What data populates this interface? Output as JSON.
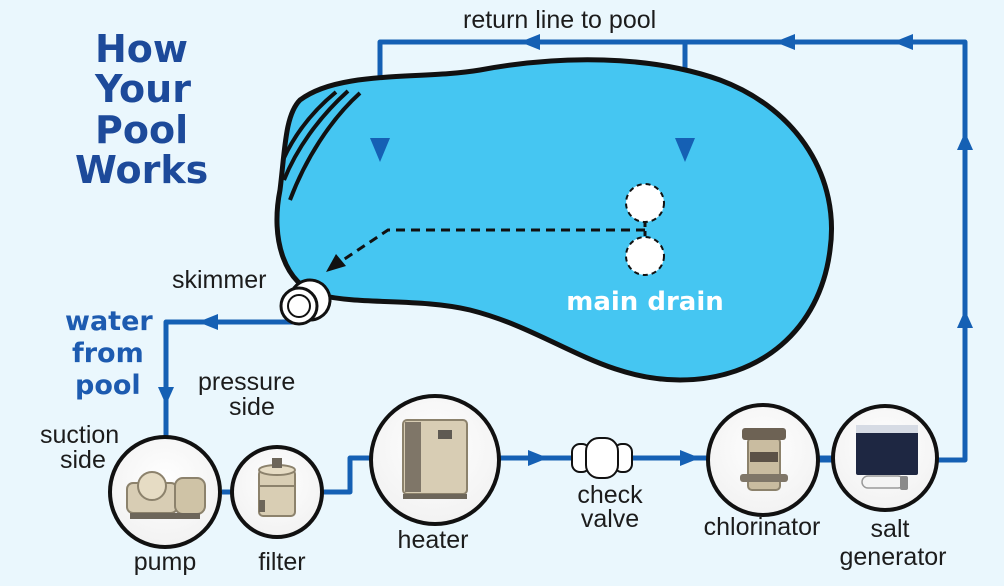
{
  "title": {
    "line1": "How",
    "line2": "Your",
    "line3": "Pool",
    "line4": "Works"
  },
  "labels": {
    "return_line": "return line to pool",
    "skimmer": "skimmer",
    "water_from_pool_1": "water",
    "water_from_pool_2": "from",
    "water_from_pool_3": "pool",
    "pressure_side_1": "pressure",
    "pressure_side_2": "side",
    "suction_side_1": "suction",
    "suction_side_2": "side",
    "main_drain": "main drain",
    "pump": "pump",
    "filter": "filter",
    "heater": "heater",
    "check_valve_1": "check",
    "check_valve_2": "valve",
    "chlorinator": "chlorinator",
    "salt_generator_1": "salt",
    "salt_generator_2": "generator"
  },
  "colors": {
    "background": "#eaf7fd",
    "pool_water": "#45c6f2",
    "pipe": "#1560b4",
    "title": "#1d4a9a",
    "outline": "#111111"
  }
}
